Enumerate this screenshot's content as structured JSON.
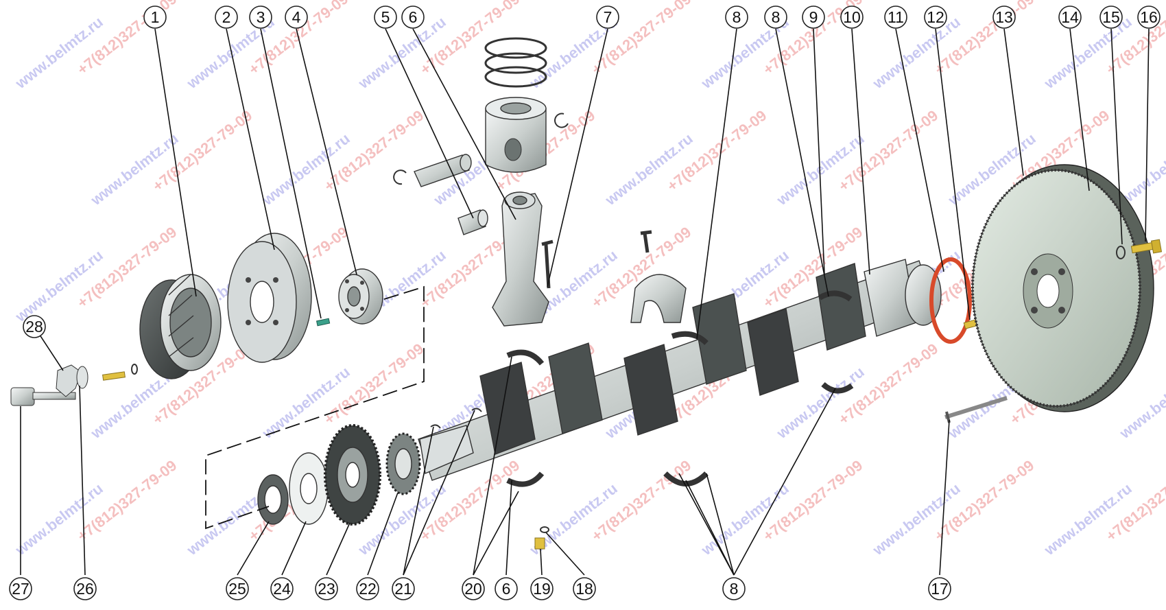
{
  "watermark": {
    "site": "www.belmtz.ru",
    "phone": "+7(812)327-79-09",
    "site_color": "#5b5bd6",
    "phone_color": "#e04040"
  },
  "colors": {
    "part_light": "#e7ebea",
    "part_mid": "#aeb6b4",
    "part_dark": "#4b5150",
    "crank_dark": "#3c3f40",
    "flywheel": "#c9d3ca",
    "gasket": "#d84a2a",
    "brass": "#e0c040",
    "pin_green": "#3aa08a"
  },
  "callouts": [
    {
      "id": "c1",
      "label": "1"
    },
    {
      "id": "c2",
      "label": "2"
    },
    {
      "id": "c3",
      "label": "3"
    },
    {
      "id": "c4",
      "label": "4"
    },
    {
      "id": "c5",
      "label": "5"
    },
    {
      "id": "c6a",
      "label": "6"
    },
    {
      "id": "c7",
      "label": "7"
    },
    {
      "id": "c8a",
      "label": "8"
    },
    {
      "id": "c8b",
      "label": "8"
    },
    {
      "id": "c9",
      "label": "9"
    },
    {
      "id": "c10",
      "label": "10"
    },
    {
      "id": "c11",
      "label": "11"
    },
    {
      "id": "c12",
      "label": "12"
    },
    {
      "id": "c13",
      "label": "13"
    },
    {
      "id": "c14",
      "label": "14"
    },
    {
      "id": "c15",
      "label": "15"
    },
    {
      "id": "c16",
      "label": "16"
    },
    {
      "id": "c28",
      "label": "28"
    },
    {
      "id": "c27",
      "label": "27"
    },
    {
      "id": "c26",
      "label": "26"
    },
    {
      "id": "c25",
      "label": "25"
    },
    {
      "id": "c24",
      "label": "24"
    },
    {
      "id": "c23",
      "label": "23"
    },
    {
      "id": "c22",
      "label": "22"
    },
    {
      "id": "c21",
      "label": "21"
    },
    {
      "id": "c20",
      "label": "20"
    },
    {
      "id": "c6b",
      "label": "6"
    },
    {
      "id": "c19",
      "label": "19"
    },
    {
      "id": "c18",
      "label": "18"
    },
    {
      "id": "c8c",
      "label": "8"
    },
    {
      "id": "c17",
      "label": "17"
    }
  ]
}
